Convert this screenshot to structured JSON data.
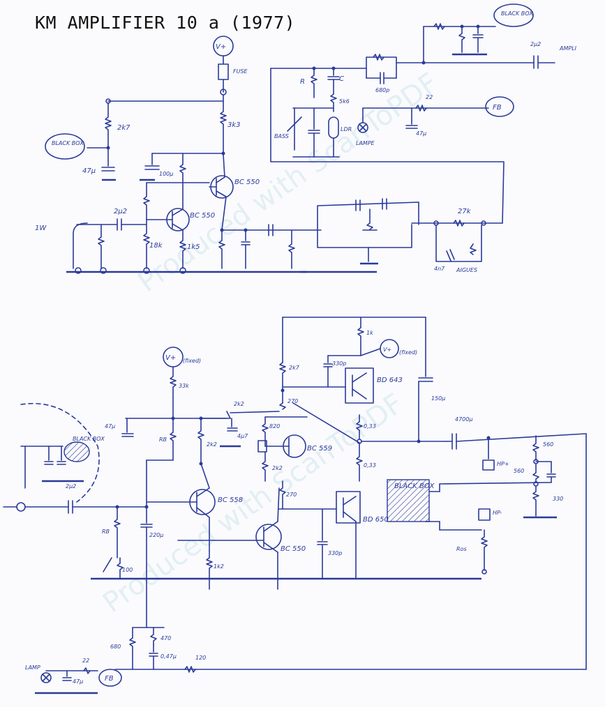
{
  "title": "KM AMPLIFIER 10 a (1977)",
  "watermark": "Produced with ScanToPDF",
  "colors": {
    "ink": "#2a3a9a",
    "title": "#111111",
    "watermark": "#cfe6ee"
  },
  "labels": {
    "vplus": "V+",
    "vplus_fixed": "V+",
    "fixed": "(fixed)",
    "fuse": "FUSE",
    "black_box": "BLACK BOX",
    "black_box_short": "BLACK BOX",
    "ampli": "AMPLI",
    "fb": "FB",
    "lampe": "LAMPE",
    "ldr": "LDR",
    "bass": "BASS",
    "aigues": "AIGUES",
    "input_1w": "1W",
    "hp_plus": "HP+",
    "hp_minus": "HP-",
    "lamp": "LAMP"
  },
  "values": {
    "r_2k7": "2k7",
    "r_3k3": "3k3",
    "c_47u": "47µ",
    "c_100u": "100µ",
    "bc550": "BC 550",
    "c_2u2": "2µ2",
    "r_18k": "18k",
    "r_1k5": "1k5",
    "r": "R",
    "c": "C",
    "r_5k6": "5k6",
    "c_680p": "680p",
    "r_22": "22",
    "c_47u_b": "47µ",
    "r_27k": "27k",
    "c_4n7": "4n7",
    "r_1k": "1k",
    "c_330p": "330p",
    "r_2k7b": "2k7",
    "bd643": "BD 643",
    "c_150u": "150µ",
    "r_33k": "33k",
    "r_2k2": "2k2",
    "c_4u7": "4µ7",
    "r_270": "270",
    "r_820": "820",
    "bc559": "BC 559",
    "r_0_33a": "0,33",
    "r_0_33b": "0,33",
    "c_4700u": "4700µ",
    "r_560a": "560",
    "r_560b": "560",
    "r_330": "330",
    "r_b": "RB",
    "r_2k2b": "2k2",
    "c_470u": "47µ",
    "bc558": "BC 558",
    "c_220u": "220µ",
    "r_270b": "270",
    "bd650": "BD 650",
    "r_1k2": "1k2",
    "bc550b": "BC 550",
    "c_330p_b": "330p",
    "r_100": "100",
    "r_ros": "Ros",
    "r_680": "680",
    "r_470": "470",
    "c_0_47": "0,47µ",
    "r_120": "120",
    "c_2u2b": "2µ2",
    "r_2k2c": "2k2"
  }
}
